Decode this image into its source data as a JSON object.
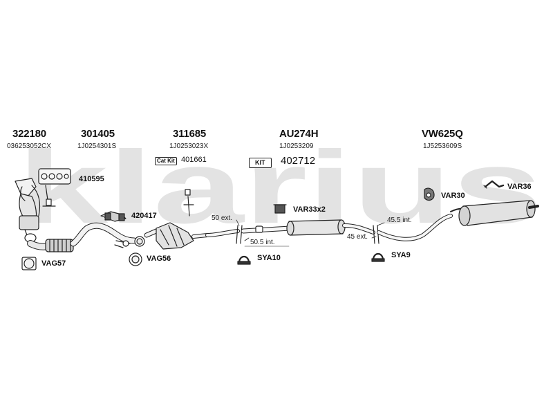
{
  "brand": {
    "watermark": "klarius",
    "watermark_color": "#e3e3e3"
  },
  "header_parts": [
    {
      "number": "322180",
      "oe": "036253052CX"
    },
    {
      "number": "301405",
      "oe": "1J0254301S"
    },
    {
      "number": "311685",
      "oe": "1J0253023X"
    },
    {
      "number": "AU274H",
      "oe": "1J0253209"
    },
    {
      "number": "VW625Q",
      "oe": "1J5253609S"
    }
  ],
  "kits": [
    {
      "badge": "Cat Kit",
      "number": "401661"
    },
    {
      "badge": "KIT",
      "number": "402712"
    }
  ],
  "components": {
    "gasket": "410595",
    "bracket": "420417",
    "rubber_mount": "VAR33x2",
    "hanger_a": "VAR30",
    "hanger_b": "VAR36",
    "ring_a": "VAG57",
    "ring_b": "VAG56",
    "clamp_a": "SYA10",
    "clamp_b": "SYA9"
  },
  "extensions": {
    "front_a": "50 ext.",
    "front_b": "50.5 int.",
    "rear_a": "45.5 int.",
    "rear_b": "45 ext."
  },
  "colors": {
    "line": "#222222",
    "fill": "#f2f2f2",
    "shade": "#cccccc"
  }
}
